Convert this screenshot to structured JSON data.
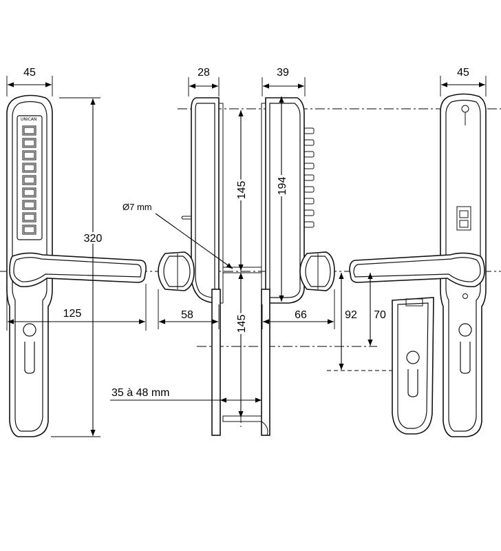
{
  "dimensions": {
    "front_width": "45",
    "front_height": "320",
    "lever_length": "125",
    "side_left_width": "28",
    "side_right_width": "39",
    "upper_spacing": "145",
    "lower_spacing": "145",
    "body_height": "194",
    "hole_diameter": "Ø7 mm",
    "left_projection": "58",
    "right_projection": "66",
    "cylinder_offset_92": "92",
    "cylinder_offset_70": "70",
    "door_thickness": "35 à 48 mm",
    "back_width": "45"
  },
  "brand": "UNICAN"
}
